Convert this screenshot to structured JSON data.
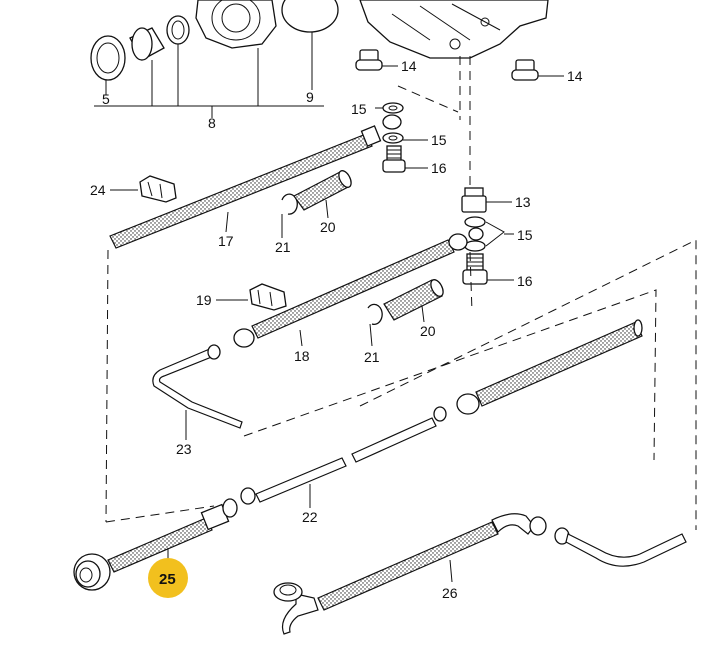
{
  "callouts": {
    "p5": "5",
    "p8": "8",
    "p9": "9",
    "p14a": "14",
    "p14b": "14",
    "p15a": "15",
    "p15b": "15",
    "p15c": "15",
    "p16a": "16",
    "p16b": "16",
    "p13": "13",
    "p24": "24",
    "p17": "17",
    "p21a": "21",
    "p20a": "20",
    "p19": "19",
    "p18": "18",
    "p21b": "21",
    "p20b": "20",
    "p23": "23",
    "p22": "22",
    "p26": "26",
    "p25": "25"
  },
  "colors": {
    "highlight": "#f2c01e",
    "ink": "#111111"
  }
}
